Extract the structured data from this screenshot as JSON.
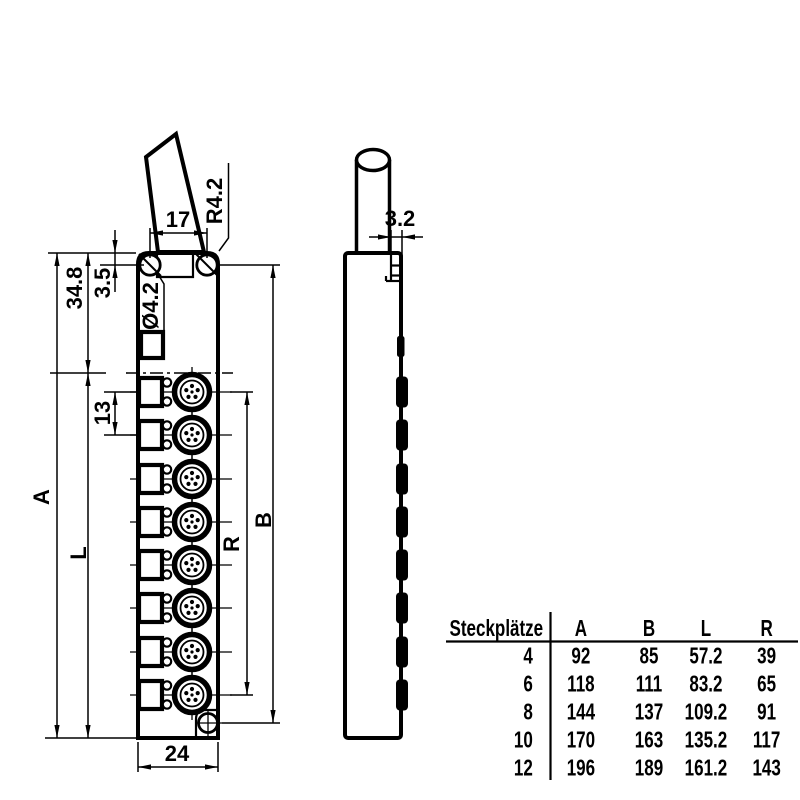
{
  "dims": {
    "total_height": "A",
    "lower_section": "L",
    "hole_span_vertical": "B",
    "port_span": "R",
    "top_section": "34.8",
    "hole_offset_top": "3.5",
    "port_pitch": "13",
    "hole_spacing_top": "17",
    "body_width": "24",
    "corner_radius": "R4.2",
    "hole_diameter": "Ø4.2",
    "tab_thickness": "3.2"
  },
  "table": {
    "row_header": "Steckplätze",
    "cols": [
      "A",
      "B",
      "L",
      "R"
    ],
    "rows": [
      {
        "slots": "4",
        "a": "92",
        "b": "85",
        "l": "57.2",
        "r": "39"
      },
      {
        "slots": "6",
        "a": "118",
        "b": "111",
        "l": "83.2",
        "r": "65"
      },
      {
        "slots": "8",
        "a": "144",
        "b": "137",
        "l": "109.2",
        "r": "91"
      },
      {
        "slots": "10",
        "a": "170",
        "b": "163",
        "l": "135.2",
        "r": "117"
      },
      {
        "slots": "12",
        "a": "196",
        "b": "189",
        "l": "161.2",
        "r": "143"
      }
    ]
  }
}
